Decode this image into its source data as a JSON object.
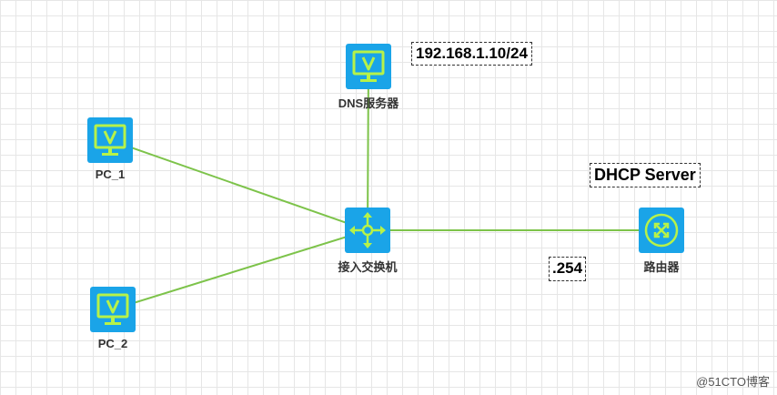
{
  "theme": {
    "link_color": "#7dc34a",
    "icon_bg": "#1aa4e8",
    "icon_fg": "#b7f249"
  },
  "nodes": {
    "dns": {
      "label": "DNS服务器",
      "icon": "monitor-icon"
    },
    "pc1": {
      "label": "PC_1",
      "icon": "monitor-icon"
    },
    "pc2": {
      "label": "PC_2",
      "icon": "monitor-icon"
    },
    "switch": {
      "label": "接入交换机",
      "icon": "switch-icon"
    },
    "router": {
      "label": "路由器",
      "icon": "router-icon"
    }
  },
  "links": [
    {
      "from": "pc1",
      "to": "switch"
    },
    {
      "from": "pc2",
      "to": "switch"
    },
    {
      "from": "dns",
      "to": "switch"
    },
    {
      "from": "switch",
      "to": "router"
    }
  ],
  "annotations": {
    "dns_ip": "192.168.1.10/24",
    "dhcp_server": "DHCP Server",
    "router_ip": ".254"
  },
  "watermark": "@51CTO博客"
}
